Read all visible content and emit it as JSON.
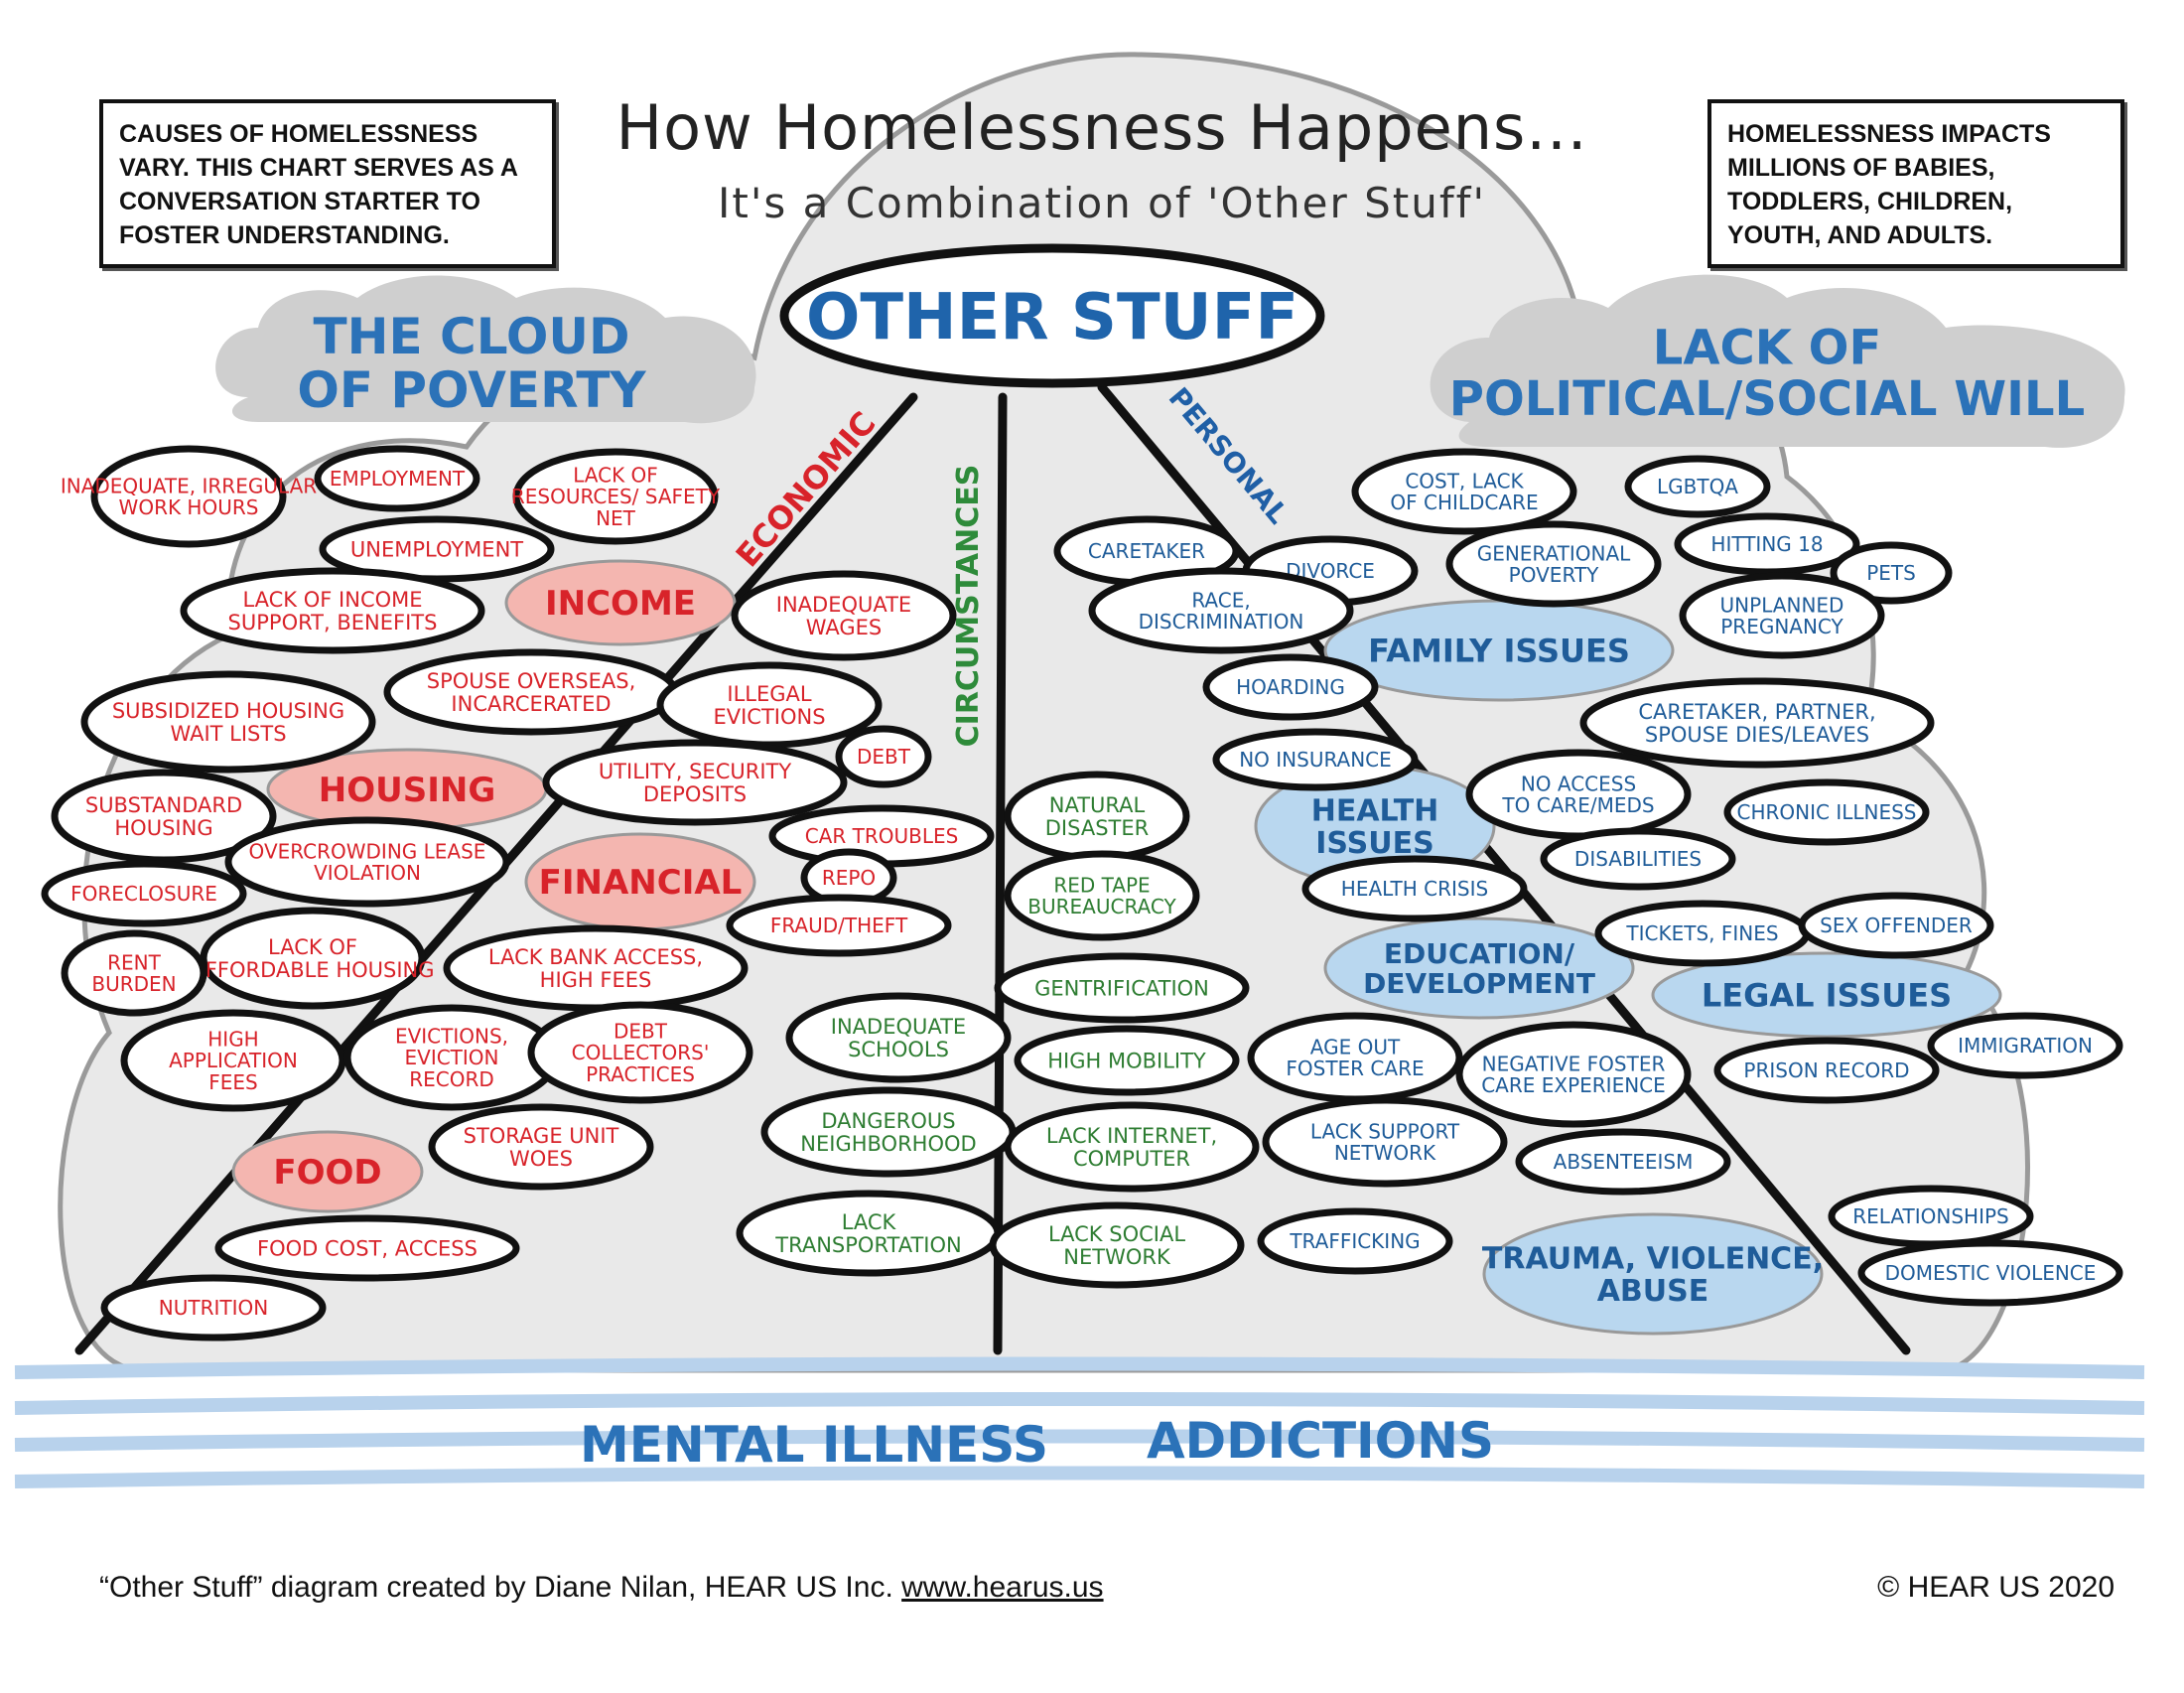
{
  "header": {
    "title": "How Homelessness Happens...",
    "subtitle": "It's a Combination of 'Other Stuff'",
    "note_left": "CAUSES OF HOMELESSNESS VARY. THIS CHART SERVES AS A CONVERSATION STARTER TO FOSTER UNDERSTANDING.",
    "note_right": "HOMELESSNESS IMPACTS MILLIONS OF BABIES, TODDLERS, CHILDREN, YOUTH, AND ADULTS."
  },
  "center": {
    "label": "OTHER STUFF"
  },
  "branches": [
    {
      "id": "economic",
      "label": "ECONOMIC",
      "color": "#d8232a"
    },
    {
      "id": "circumstances",
      "label": "CIRCUMSTANCES",
      "color": "#2e8b3a"
    },
    {
      "id": "personal",
      "label": "PERSONAL",
      "color": "#1f5fa6"
    }
  ],
  "clouds": [
    {
      "label_lines": [
        "THE CLOUD",
        "OF POVERTY"
      ]
    },
    {
      "label_lines": [
        "LACK OF",
        "POLITICAL/SOCIAL WILL"
      ]
    }
  ],
  "categories": [
    {
      "label": "INCOME",
      "group": "economic"
    },
    {
      "label": "HOUSING",
      "group": "economic"
    },
    {
      "label": "FINANCIAL",
      "group": "economic"
    },
    {
      "label": "FOOD",
      "group": "economic"
    },
    {
      "label": "FAMILY ISSUES",
      "group": "personal"
    },
    {
      "label": "HEALTH ISSUES",
      "group": "personal"
    },
    {
      "label": "EDUCATION/ DEVELOPMENT",
      "group": "personal"
    },
    {
      "label": "LEGAL ISSUES",
      "group": "personal"
    },
    {
      "label": "TRAUMA, VIOLENCE, ABUSE",
      "group": "personal"
    }
  ],
  "items": [
    {
      "label": "INADEQUATE, IRREGULAR WORK HOURS",
      "group": "economic"
    },
    {
      "label": "EMPLOYMENT",
      "group": "economic"
    },
    {
      "label": "LACK OF RESOURCES/ SAFETY NET",
      "group": "economic"
    },
    {
      "label": "UNEMPLOYMENT",
      "group": "economic"
    },
    {
      "label": "LACK OF INCOME SUPPORT, BENEFITS",
      "group": "economic"
    },
    {
      "label": "INADEQUATE WAGES",
      "group": "economic"
    },
    {
      "label": "SPOUSE OVERSEAS, INCARCERATED",
      "group": "economic"
    },
    {
      "label": "SUBSIDIZED HOUSING WAIT LISTS",
      "group": "economic"
    },
    {
      "label": "ILLEGAL EVICTIONS",
      "group": "economic"
    },
    {
      "label": "DEBT",
      "group": "economic"
    },
    {
      "label": "UTILITY, SECURITY DEPOSITS",
      "group": "economic"
    },
    {
      "label": "SUBSTANDARD HOUSING",
      "group": "economic"
    },
    {
      "label": "CAR TROUBLES",
      "group": "economic"
    },
    {
      "label": "OVERCROWDING LEASE VIOLATION",
      "group": "economic"
    },
    {
      "label": "REPO",
      "group": "economic"
    },
    {
      "label": "FORECLOSURE",
      "group": "economic"
    },
    {
      "label": "FRAUD/THEFT",
      "group": "economic"
    },
    {
      "label": "LACK OF AFFORDABLE HOUSING",
      "group": "economic"
    },
    {
      "label": "RENT BURDEN",
      "group": "economic"
    },
    {
      "label": "LACK BANK ACCESS, HIGH FEES",
      "group": "economic"
    },
    {
      "label": "HIGH APPLICATION FEES",
      "group": "economic"
    },
    {
      "label": "EVICTIONS, EVICTION RECORD",
      "group": "economic"
    },
    {
      "label": "DEBT COLLECTORS' PRACTICES",
      "group": "economic"
    },
    {
      "label": "STORAGE UNIT WOES",
      "group": "economic"
    },
    {
      "label": "FOOD COST, ACCESS",
      "group": "economic"
    },
    {
      "label": "NUTRITION",
      "group": "economic"
    },
    {
      "label": "NATURAL DISASTER",
      "group": "circumstances"
    },
    {
      "label": "RED TAPE BUREAUCRACY",
      "group": "circumstances"
    },
    {
      "label": "GENTRIFICATION",
      "group": "circumstances"
    },
    {
      "label": "INADEQUATE SCHOOLS",
      "group": "circumstances"
    },
    {
      "label": "HIGH MOBILITY",
      "group": "circumstances"
    },
    {
      "label": "DANGEROUS NEIGHBORHOOD",
      "group": "circumstances"
    },
    {
      "label": "LACK INTERNET, COMPUTER",
      "group": "circumstances"
    },
    {
      "label": "LACK TRANSPORTATION",
      "group": "circumstances"
    },
    {
      "label": "LACK SOCIAL NETWORK",
      "group": "circumstances"
    },
    {
      "label": "COST, LACK OF CHILDCARE",
      "group": "personal"
    },
    {
      "label": "LGBTQA",
      "group": "personal"
    },
    {
      "label": "CARETAKER",
      "group": "personal"
    },
    {
      "label": "DIVORCE",
      "group": "personal"
    },
    {
      "label": "GENERATIONAL POVERTY",
      "group": "personal"
    },
    {
      "label": "HITTING 18",
      "group": "personal"
    },
    {
      "label": "PETS",
      "group": "personal"
    },
    {
      "label": "RACE, DISCRIMINATION",
      "group": "personal"
    },
    {
      "label": "UNPLANNED PREGNANCY",
      "group": "personal"
    },
    {
      "label": "HOARDING",
      "group": "personal"
    },
    {
      "label": "CARETAKER, PARTNER, SPOUSE DIES/LEAVES",
      "group": "personal"
    },
    {
      "label": "NO INSURANCE",
      "group": "personal"
    },
    {
      "label": "NO ACCESS TO CARE/MEDS",
      "group": "personal"
    },
    {
      "label": "CHRONIC ILLNESS",
      "group": "personal"
    },
    {
      "label": "DISABILITIES",
      "group": "personal"
    },
    {
      "label": "HEALTH CRISIS",
      "group": "personal"
    },
    {
      "label": "TICKETS, FINES",
      "group": "personal"
    },
    {
      "label": "SEX OFFENDER",
      "group": "personal"
    },
    {
      "label": "AGE OUT FOSTER CARE",
      "group": "personal"
    },
    {
      "label": "NEGATIVE FOSTER CARE EXPERIENCE",
      "group": "personal"
    },
    {
      "label": "PRISON RECORD",
      "group": "personal"
    },
    {
      "label": "IMMIGRATION",
      "group": "personal"
    },
    {
      "label": "LACK SUPPORT NETWORK",
      "group": "personal"
    },
    {
      "label": "ABSENTEEISM",
      "group": "personal"
    },
    {
      "label": "TRAFFICKING",
      "group": "personal"
    },
    {
      "label": "RELATIONSHIPS",
      "group": "personal"
    },
    {
      "label": "DOMESTIC VIOLENCE",
      "group": "personal"
    }
  ],
  "foundation": {
    "labels": [
      "MENTAL ILLNESS",
      "ADDICTIONS"
    ]
  },
  "footer": {
    "credit_prefix": "“Other Stuff” diagram created by Diane Nilan, HEAR US Inc.",
    "credit_link": "www.hearus.us",
    "copyright": "© HEAR US 2020"
  },
  "colors": {
    "economic_text": "#d8232a",
    "circumstances_text": "#2e7d32",
    "personal_text": "#1f5c99",
    "economic_category_fill": "#f4b6b0",
    "personal_category_fill": "#b9d7ef",
    "cloud_gray": "#d0d0d0",
    "water_blue": "#b8d2ec",
    "outline": "#111111"
  }
}
